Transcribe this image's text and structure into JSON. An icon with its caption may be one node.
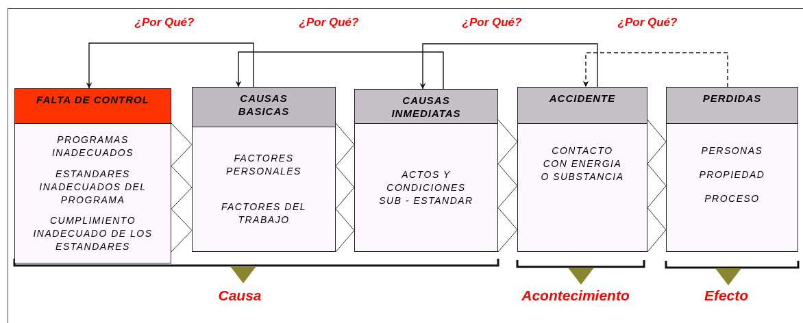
{
  "diagram": {
    "nodes": [
      {
        "text": [
          "FALTA DE CONTROL",
          "PROGRAMAS INADECUADOS",
          "ESTANDARES INADECUADOS DEL PROGRAMA",
          "CUMPLIMIENTO INADECUADO DE LOS ESTANDARES"
        ]
      },
      {
        "text": [
          "CAUSAS BASICAS",
          "FACTORES PERSONALES",
          "FACTORES DEL TRABAJO"
        ]
      },
      {
        "text": [
          "CAUSAS INMEDIATAS",
          "ACTOS Y CONDICIONES SUB - ESTANDAR"
        ]
      },
      {
        "text": [
          "ACCIDENTE",
          "CONTACTO CON ENERGIA O SUBSTANCIA"
        ]
      },
      {
        "text": [
          "PERDIDAS",
          "PERSONAS",
          "PROPIEDAD",
          "PROCESO"
        ]
      }
    ],
    "edges": [
      {
        "from": 0,
        "to": 1,
        "arrow": "none"
      },
      {
        "from": 1,
        "to": 2,
        "arrow": "none"
      },
      {
        "from": 2,
        "to": 3,
        "arrow": "none"
      },
      {
        "from": 3,
        "to": 4,
        "arrow": "none"
      },
      {
        "from": 1,
        "to": 0,
        "arrow": "to"
      },
      {
        "from": 2,
        "to": 1,
        "arrow": "to"
      },
      {
        "from": 3,
        "to": 2,
        "arrow": "to"
      },
      {
        "from": 4,
        "to": 3,
        "arrow": "to",
        "style": "dashed"
      }
    ],
    "labels": [
      "¿Por Qué?",
      "¿Por Qué?",
      "¿Por Qué?",
      "¿Por Qué?",
      "Causa",
      "Acontecimiento",
      "Efecto"
    ]
  }
}
